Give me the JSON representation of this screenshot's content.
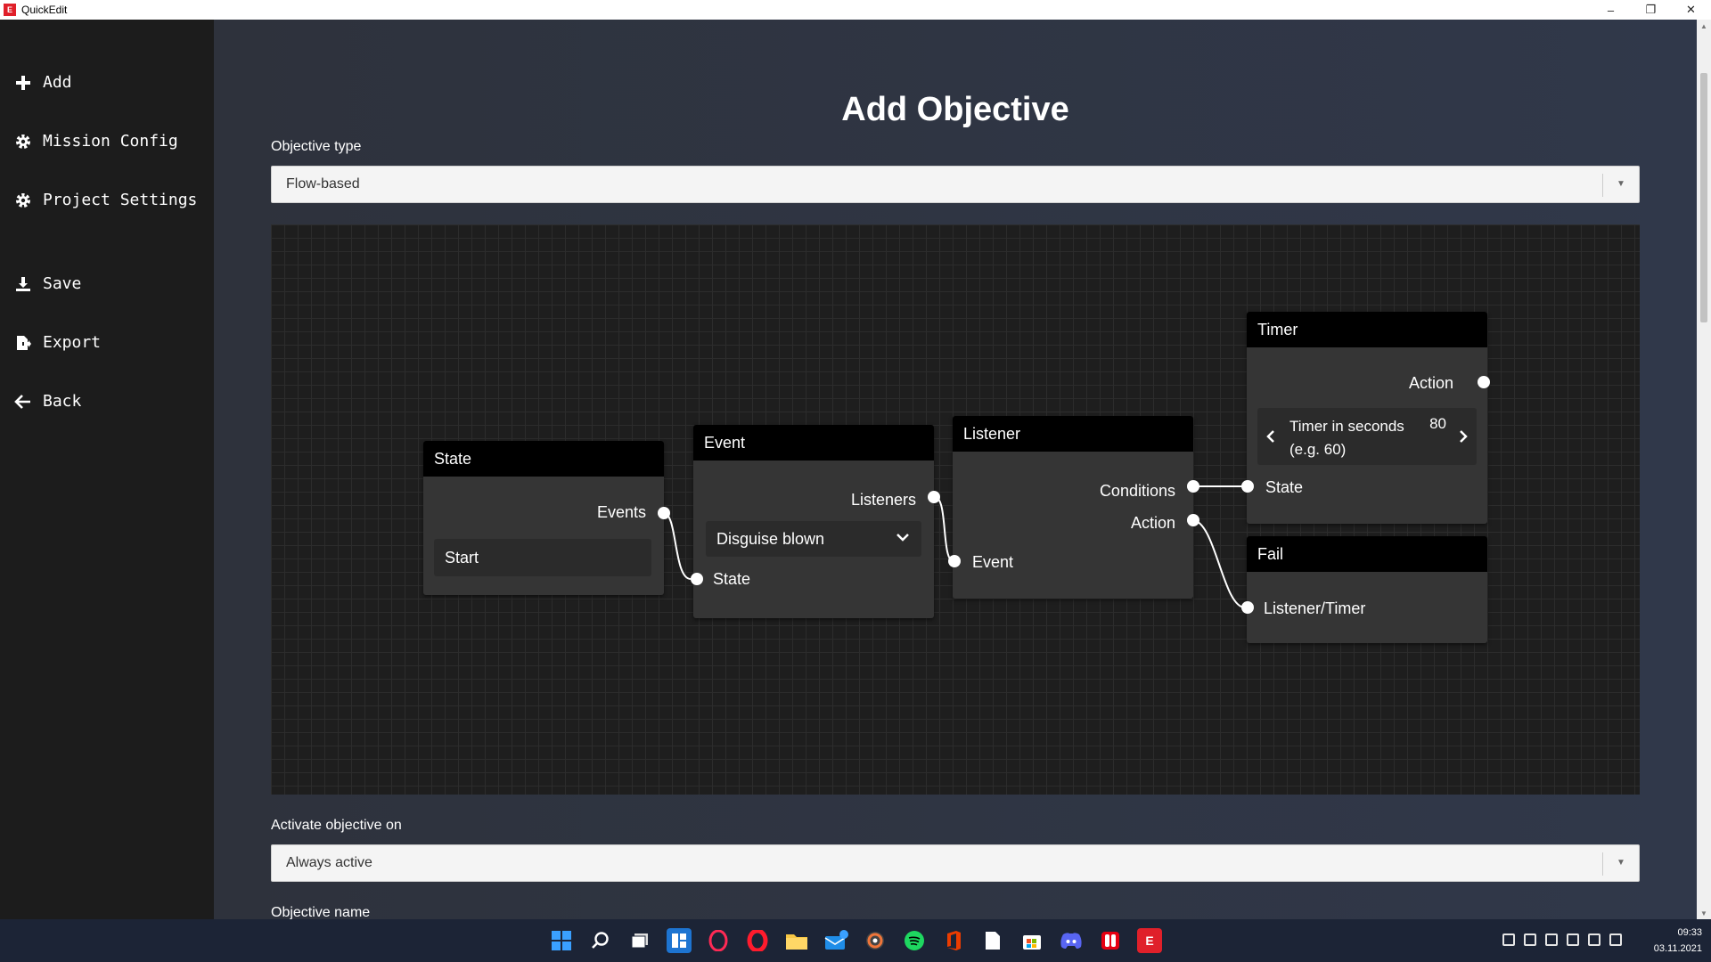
{
  "window": {
    "title": "QuickEdit",
    "icon_letter": "E"
  },
  "sidebar": {
    "items": [
      {
        "label": "Add",
        "icon": "plus-icon"
      },
      {
        "label": "Mission Config",
        "icon": "gear-icon"
      },
      {
        "label": "Project Settings",
        "icon": "gear-icon"
      },
      {
        "label": "Save",
        "icon": "download-icon"
      },
      {
        "label": "Export",
        "icon": "export-file-icon"
      },
      {
        "label": "Back",
        "icon": "arrow-left-icon"
      }
    ]
  },
  "main": {
    "title": "Add Objective",
    "objective_type": {
      "label": "Objective type",
      "value": "Flow-based"
    },
    "activate_on": {
      "label": "Activate objective on",
      "value": "Always active"
    },
    "objective_name": {
      "label": "Objective name"
    }
  },
  "flow": {
    "state_node": {
      "title": "State",
      "output": "Events",
      "value": "Start"
    },
    "event_node": {
      "title": "Event",
      "output": "Listeners",
      "selected": "Disguise blown",
      "input": "State"
    },
    "listener_node": {
      "title": "Listener",
      "output_conditions": "Conditions",
      "output_action": "Action",
      "input": "Event"
    },
    "timer_node": {
      "title": "Timer",
      "output": "Action",
      "field_label": "Timer in seconds (e.g. 60)",
      "field_value": "80",
      "input": "State"
    },
    "fail_node": {
      "title": "Fail",
      "input": "Listener/Timer"
    }
  },
  "taskbar": {
    "time": "09:33",
    "date": "03.11.2021"
  },
  "colors": {
    "sidebar_bg": "#1c1c1c",
    "canvas_bg": "#1e1e1e",
    "node_bg": "#353535",
    "node_header": "#000000",
    "app_accent": "#e0202a"
  }
}
